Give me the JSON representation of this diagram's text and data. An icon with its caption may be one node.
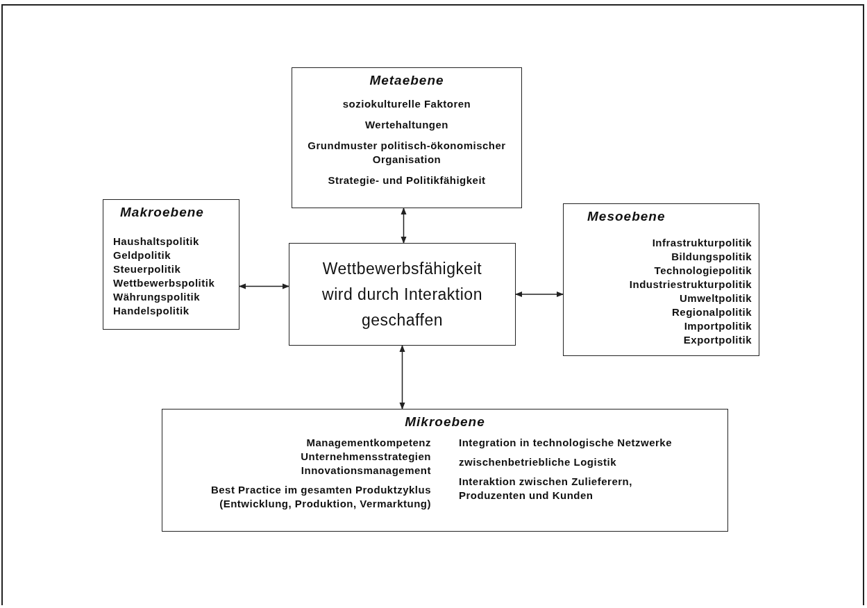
{
  "diagram": {
    "nodes": [
      {
        "text": [
          "Metaebene",
          "soziokulturelle Faktoren",
          "Wertehaltungen",
          "Grundmuster politisch-ökonomischer Organisation",
          "Strategie- und Politikfähigkeit"
        ]
      },
      {
        "text": [
          "Makroebene",
          "Haushaltspolitik",
          "Geldpolitik",
          "Steuerpolitik",
          "Wettbewerbspolitik",
          "Währungspolitik",
          "Handelspolitik"
        ]
      },
      {
        "text": [
          "Wettbewerbsfähigkeit wird durch Interaktion geschaffen"
        ]
      },
      {
        "text": [
          "Mesoebene",
          "Infrastrukturpolitik",
          "Bildungspolitik",
          "Technologiepolitik",
          "Industriestrukturpolitik",
          "Umweltpolitik",
          "Regionalpolitik",
          "Importpolitik",
          "Exportpolitik"
        ]
      },
      {
        "text": [
          "Mikroebene",
          "Managementkompetenz",
          "Unternehmensstrategien",
          "Innovationsmanagement",
          "Best Practice im gesamten Produktzyklus (Entwicklung, Produktion, Vermarktung)",
          "Integration in technologische Netzwerke",
          "zwischenbetriebliche Logistik",
          "Interaktion zwischen Zulieferern, Produzenten und Kunden"
        ]
      }
    ],
    "edges": [
      {
        "from": 2,
        "to": 0,
        "arrow": "both"
      },
      {
        "from": 2,
        "to": 1,
        "arrow": "both"
      },
      {
        "from": 2,
        "to": 3,
        "arrow": "both"
      },
      {
        "from": 2,
        "to": 4,
        "arrow": "both"
      }
    ]
  }
}
